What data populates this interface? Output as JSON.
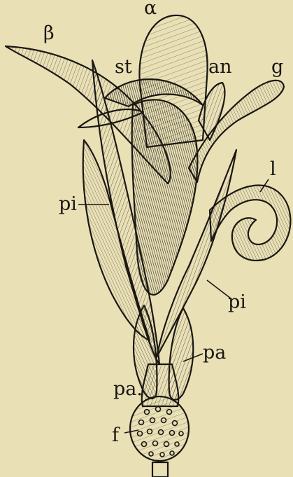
{
  "labels": {
    "alpha": "α",
    "beta": "β",
    "st": "st",
    "an": "an",
    "g": "g",
    "l": "l",
    "pi_left": "pi",
    "pi_right": "pi",
    "pa_left": "pa.",
    "pa_right": "pa",
    "f": "f"
  },
  "colors": {
    "background": "#e9e0b6",
    "ink": "#1a1712",
    "fill": "#d9cfa3"
  }
}
